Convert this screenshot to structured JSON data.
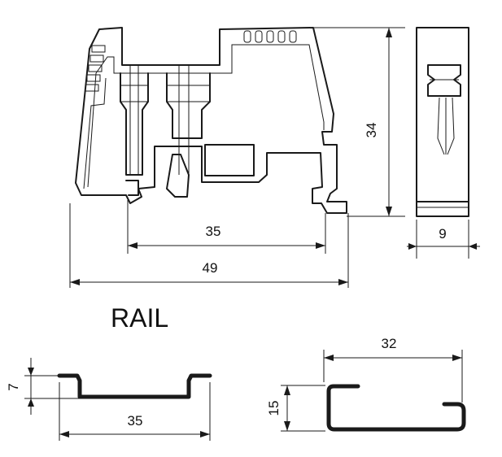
{
  "drawing": {
    "dimensions": {
      "height_34": "34",
      "width_35": "35",
      "width_49": "49",
      "side_width_9": "9",
      "rail_section_height_7": "7",
      "rail_section_width_35": "35",
      "rail_c_width_32": "32",
      "rail_c_height_15": "15"
    },
    "section_title": "RAIL"
  }
}
